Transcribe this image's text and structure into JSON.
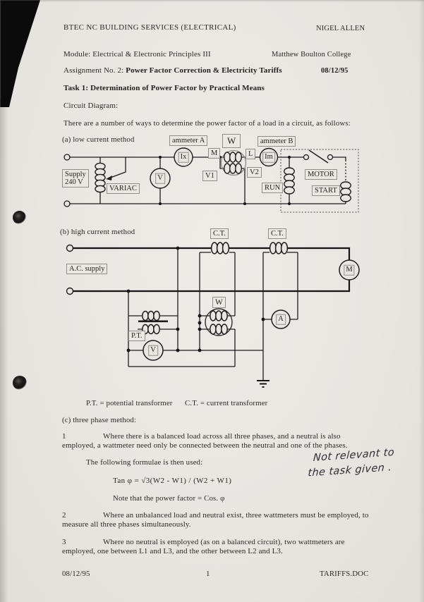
{
  "header": {
    "course": "BTEC NC BUILDING SERVICES (ELECTRICAL)",
    "author": "NIGEL ALLEN",
    "module_line": "Module: Electrical & Electronic Principles III",
    "college": "Matthew Boulton College",
    "assignment_prefix": "Assignment No. 2: ",
    "assignment_title": "Power Factor Correction & Electricity Tariffs",
    "date": "08/12/95",
    "task_title": "Task 1: Determination of Power Factor by Practical Means"
  },
  "intro": {
    "circuit_diagram_label": "Circuit Diagram:",
    "lead_text": "There are a number of ways to determine the power factor of a load in a circuit, as follows:"
  },
  "circuit_a": {
    "caption": "(a) low current method",
    "labels": {
      "ammeter_a": "ammeter A",
      "wattmeter": "W",
      "ammeter_b": "ammeter B",
      "supply_line1": "Supply",
      "supply_line2": "240 V",
      "variac": "VARIAC",
      "voltmeter": "V",
      "ix": "Ix",
      "m": "M",
      "l": "L",
      "v1": "V1",
      "v2": "V2",
      "im": "Im",
      "run": "RUN",
      "motor": "MOTOR",
      "start": "START"
    }
  },
  "circuit_b": {
    "caption": "(b) high current method",
    "labels": {
      "ct": "C.T.",
      "ac_supply": "A.C. supply",
      "motor": "M",
      "wattmeter": "W",
      "pt": "P.T.",
      "voltmeter": "V",
      "ammeter": "A"
    }
  },
  "definitions": {
    "pt": "P.T. = potential transformer",
    "ct": "C.T. = current transformer"
  },
  "three_phase": {
    "caption": "(c) three phase method:",
    "item1_no": "1",
    "item1": "Where there is a balanced load across all three phases, and a neutral is also employed, a wattmeter need only be connected between the neutral and one of the phases.",
    "formula_intro": "The following formulae is then used:",
    "formula": "Tan φ  =  √3(W2 - W1) / (W2 + W1)",
    "formula_note": "Note that the power factor = Cos. φ",
    "item2_no": "2",
    "item2": "Where an unbalanced load and neutral exist, three wattmeters must be employed, to measure all three phases simultaneously.",
    "item3_no": "3",
    "item3": "Where no neutral is employed (as on a balanced circuit), two wattmeters are employed, one between L1 and L3, and the other between L2 and L3."
  },
  "handwritten_note": {
    "line1": "Not relevant to",
    "line2": "the task given ."
  },
  "footer": {
    "date": "08/12/95",
    "page_number": "1",
    "filename": "TARIFFS.DOC"
  },
  "colors": {
    "paper": "#e9e7e2",
    "ink": "#1c1c1c",
    "scan_black": "#0b0b0b"
  }
}
